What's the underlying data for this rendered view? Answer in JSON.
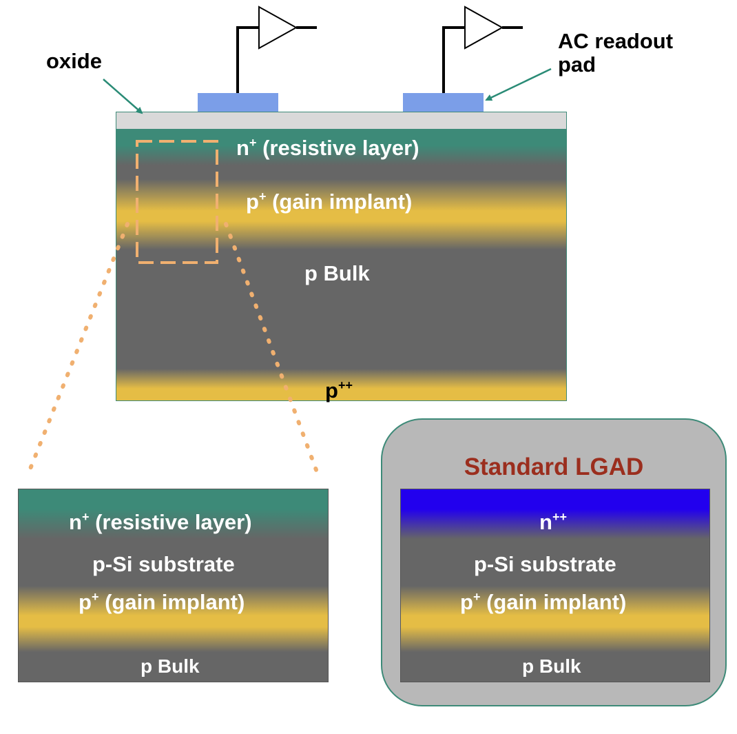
{
  "callouts": {
    "oxide": "oxide",
    "ac_readout_line1": "AC readout",
    "ac_readout_line2": "pad"
  },
  "main_device": {
    "n_layer_base": "n",
    "n_layer_sup": "+",
    "n_layer_rest": " (resistive layer)",
    "gain_base": "p",
    "gain_sup": "+",
    "gain_rest": " (gain implant)",
    "bulk": "p Bulk",
    "backside_base": "p",
    "backside_sup": "++"
  },
  "zoom_inset": {
    "n_layer_base": "n",
    "n_layer_sup": "+",
    "n_layer_rest": " (resistive layer)",
    "substrate": "p-Si substrate",
    "gain_base": "p",
    "gain_sup": "+",
    "gain_rest": " (gain implant)",
    "bulk": "p Bulk"
  },
  "standard_lgad": {
    "title": "Standard LGAD",
    "n_layer_base": "n",
    "n_layer_sup": "++",
    "substrate": "p-Si substrate",
    "gain_base": "p",
    "gain_sup": "+",
    "gain_rest": " (gain implant)",
    "bulk": "p Bulk"
  },
  "colors": {
    "oxide": "#d9d9d9",
    "n_plus": "#3d8a78",
    "bulk_gray": "#666666",
    "gain_gold": "#e5bd45",
    "pad_blue": "#7b9ee8",
    "n_plus_plus_blue": "#2200ee",
    "lgad_title": "#9b2e1e",
    "arrow_teal": "#2a8b76",
    "zoom_orange": "#f0b070",
    "lgad_panel_bg": "#b8b8b8"
  }
}
